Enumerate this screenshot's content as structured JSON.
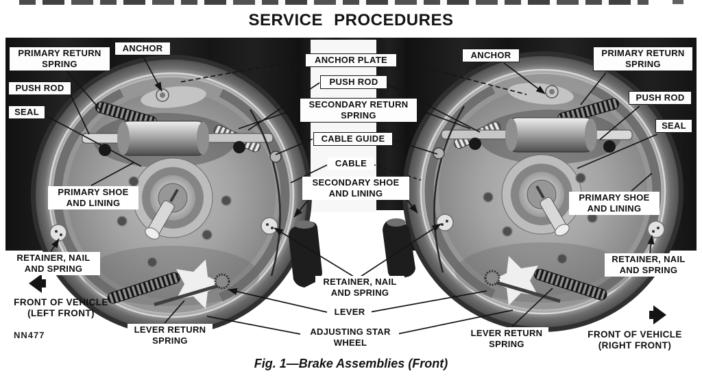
{
  "page": {
    "title": "SERVICE PROCEDURES",
    "caption": "Fig. 1—Brake Assemblies (Front)",
    "figure_code": "NN477"
  },
  "colors": {
    "photo_background": "#181818",
    "label_background": "#ffffff",
    "label_border": "#141414",
    "text": "#111111"
  },
  "labels": {
    "left": {
      "primary_return_spring": "PRIMARY RETURN\nSPRING",
      "anchor": "ANCHOR",
      "push_rod": "PUSH ROD",
      "seal": "SEAL",
      "primary_shoe": "PRIMARY SHOE\nAND LINING",
      "retainer": "RETAINER, NAIL\nAND SPRING",
      "front_of_vehicle": "FRONT OF VEHICLE\n(LEFT FRONT)",
      "lever_return_spring": "LEVER RETURN\nSPRING"
    },
    "center": {
      "anchor_plate": "ANCHOR PLATE",
      "push_rod": "PUSH ROD",
      "secondary_return_spring": "SECONDARY RETURN\nSPRING",
      "cable_guide": "CABLE GUIDE",
      "cable": "CABLE",
      "secondary_shoe": "SECONDARY SHOE\nAND LINING",
      "retainer": "RETAINER, NAIL\nAND SPRING",
      "lever": "LEVER",
      "adjusting_star_wheel": "ADJUSTING STAR\nWHEEL"
    },
    "right": {
      "anchor": "ANCHOR",
      "primary_return_spring": "PRIMARY RETURN\nSPRING",
      "push_rod": "PUSH ROD",
      "seal": "SEAL",
      "primary_shoe": "PRIMARY SHOE\nAND LINING",
      "retainer": "RETAINER, NAIL\nAND SPRING",
      "lever_return_spring": "LEVER RETURN\nSPRING",
      "front_of_vehicle": "FRONT OF VEHICLE\n(RIGHT FRONT)"
    }
  }
}
